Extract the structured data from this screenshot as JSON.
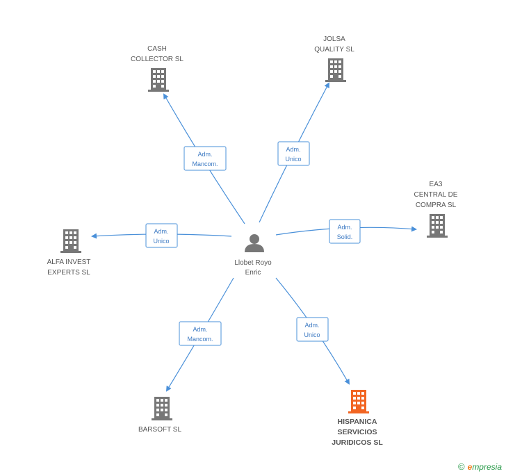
{
  "center": {
    "lines": [
      "Llobet Royo",
      "Enric"
    ],
    "icon": "person-icon"
  },
  "companies": [
    {
      "id": "cash-collector",
      "lines": [
        "CASH",
        "COLLECTOR SL"
      ],
      "role": [
        "Adm.",
        "Mancom."
      ],
      "highlight": false,
      "icon": "building-icon"
    },
    {
      "id": "jolsa-quality",
      "lines": [
        "JOLSA",
        "QUALITY  SL"
      ],
      "role": [
        "Adm.",
        "Unico"
      ],
      "highlight": false,
      "icon": "building-icon"
    },
    {
      "id": "ea3-central",
      "lines": [
        "EA3",
        "CENTRAL DE",
        "COMPRA  SL"
      ],
      "role": [
        "Adm.",
        "Solid."
      ],
      "highlight": false,
      "icon": "building-icon"
    },
    {
      "id": "alfa-invest",
      "lines": [
        "ALFA INVEST",
        "EXPERTS SL"
      ],
      "role": [
        "Adm.",
        "Unico"
      ],
      "highlight": false,
      "icon": "building-icon"
    },
    {
      "id": "barsoft",
      "lines": [
        "BARSOFT SL"
      ],
      "role": [
        "Adm.",
        "Mancom."
      ],
      "highlight": false,
      "icon": "building-icon"
    },
    {
      "id": "hispanica",
      "lines": [
        "HISPANICA",
        "SERVICIOS",
        "JURIDICOS SL"
      ],
      "role": [
        "Adm.",
        "Unico"
      ],
      "highlight": true,
      "icon": "building-icon"
    }
  ],
  "colors": {
    "edge": "#4a90d9",
    "building": "#777777",
    "highlight": "#f26522",
    "person": "#777777"
  },
  "footer": {
    "copyright": "©",
    "brand_e": "e",
    "brand_rest": "mpresia"
  }
}
